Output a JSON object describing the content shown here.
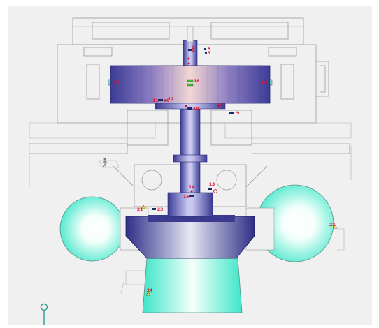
{
  "diagram": {
    "colors": {
      "background": "#f0f0f0",
      "structure_lines": "#9a9a9a",
      "rotor_dark": "#3c3c96",
      "rotor_light": "#f2d7d2",
      "housing_cyan": "#3ee6c8",
      "label_red": "#e0102a",
      "pin_teal": "#2a9b95"
    },
    "labels": {
      "l1": "1",
      "l2": "2",
      "l3": "3",
      "l5": "5",
      "l6": "6",
      "l8": "8",
      "l9": "9",
      "l10": "10",
      "l11": "11",
      "l12": "12",
      "l13": "13",
      "l14": "14",
      "l16": "16",
      "l18": "18",
      "l19": "19",
      "l20": "20",
      "l21": "21",
      "l22": "22",
      "l23": "23",
      "l24": "24"
    },
    "icons": [
      "warning-triangle-icon",
      "sensor-marker-icon",
      "worker-figure-icon",
      "location-pin-icon"
    ]
  }
}
